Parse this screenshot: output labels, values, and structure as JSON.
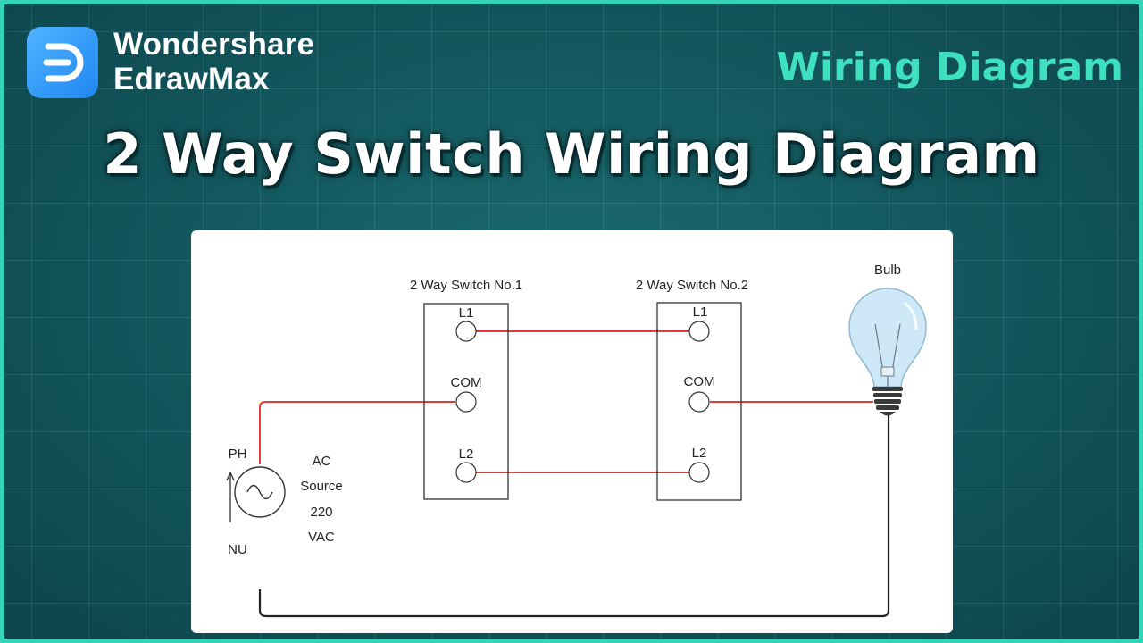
{
  "brand": {
    "line1": "Wondershare",
    "line2": "EdrawMax",
    "colors": {
      "logo": "#2a8ff7",
      "accent": "#3fe0c0",
      "background": "#11585f",
      "frame": "#35d3b8"
    }
  },
  "tag": "Wiring Diagram",
  "title": "2 Way Switch Wiring Diagram",
  "diagram": {
    "switch1": {
      "label": "2 Way Switch No.1",
      "terminals": [
        "L1",
        "COM",
        "L2"
      ]
    },
    "switch2": {
      "label": "2 Way Switch No.2",
      "terminals": [
        "L1",
        "COM",
        "L2"
      ]
    },
    "bulb": {
      "label": "Bulb"
    },
    "source": {
      "ph": "PH",
      "nu": "NU",
      "lines": [
        "AC",
        "Source",
        "220",
        "VAC"
      ]
    },
    "colors": {
      "live_wire": "#e23c3c",
      "neutral_wire": "#222222",
      "bulb_glass": "#cfe8f7"
    }
  }
}
